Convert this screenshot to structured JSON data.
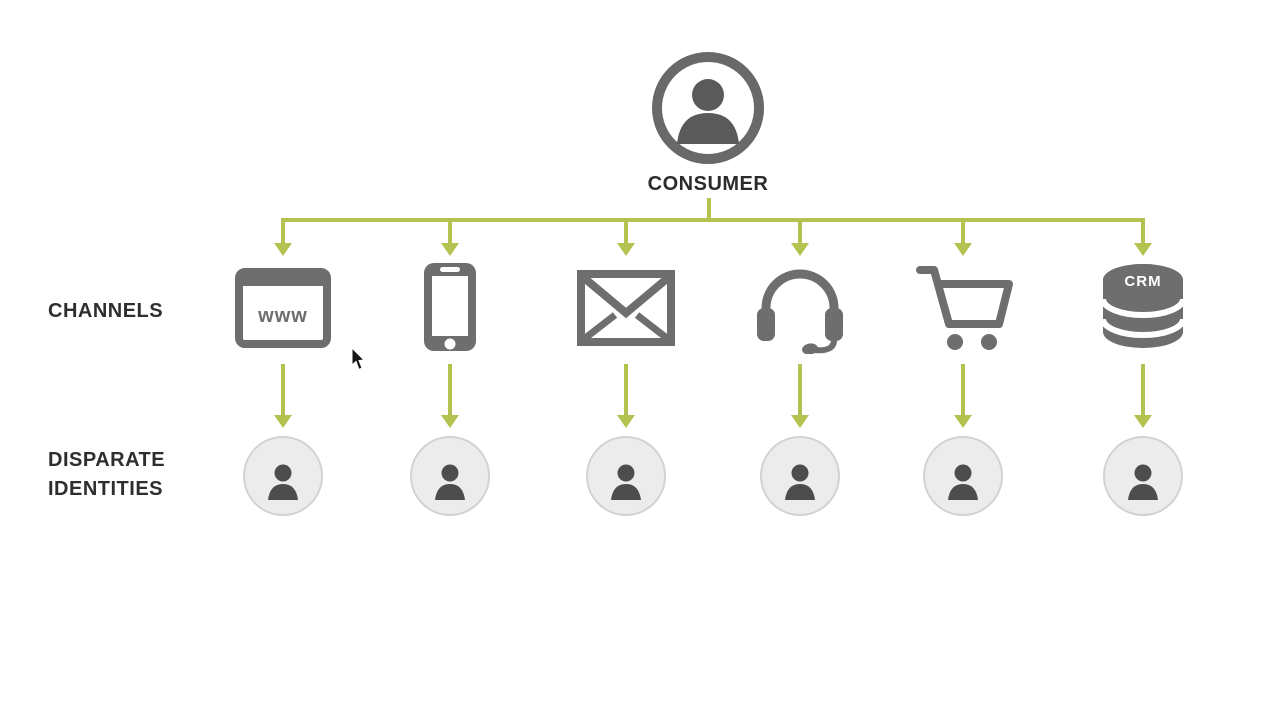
{
  "diagram": {
    "consumer": {
      "label": "CONSUMER",
      "icon": "person-circle-icon"
    },
    "rows": {
      "channels_label": "CHANNELS",
      "identities_label": "DISPARATE IDENTITIES"
    },
    "channels": [
      {
        "name": "website",
        "icon": "browser-window-icon",
        "icon_text": "www"
      },
      {
        "name": "mobile-app",
        "icon": "smartphone-icon"
      },
      {
        "name": "email",
        "icon": "envelope-icon"
      },
      {
        "name": "call-center",
        "icon": "headset-icon"
      },
      {
        "name": "ecommerce",
        "icon": "shopping-cart-icon"
      },
      {
        "name": "crm",
        "icon": "database-icon",
        "icon_text": "CRM"
      }
    ],
    "identities_count": 6,
    "identity_icon": "person-silhouette-icon",
    "colors": {
      "arrow_green": "#b4c24f",
      "icon_gray": "#6e6e6e",
      "identity_fill": "#ececec",
      "identity_border": "#d2d2d2",
      "silhouette_dark": "#4d4d4d",
      "consumer_ring_gray": "#696969",
      "text_dark": "#2e2e2e",
      "background": "#ffffff"
    }
  }
}
